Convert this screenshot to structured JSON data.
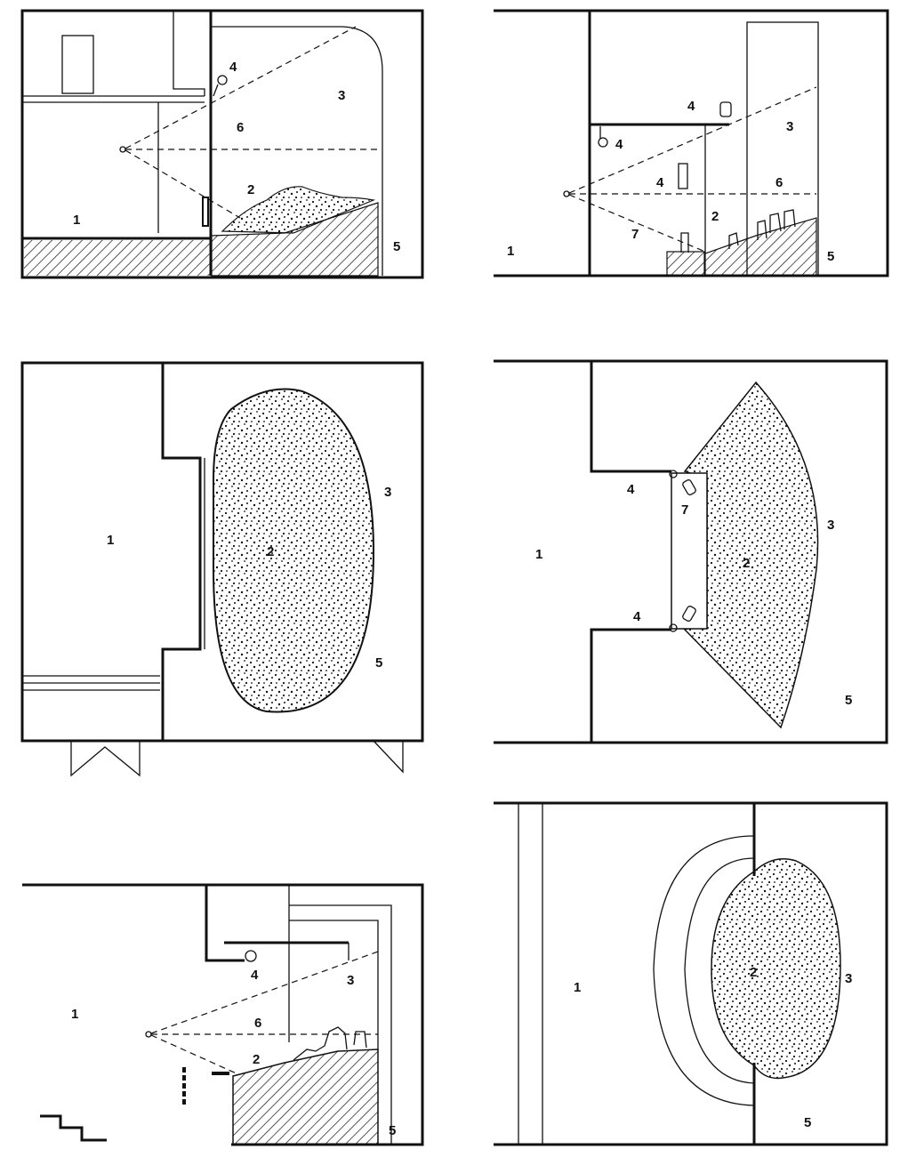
{
  "diagrams": {
    "d1": {
      "l1": "1",
      "l2": "2",
      "l3": "3",
      "l4": "4",
      "l5": "5",
      "l6": "6"
    },
    "d2": {
      "l1": "1",
      "l2": "2",
      "l3": "3",
      "l4a": "4",
      "l4b": "4",
      "l4c": "4",
      "l5": "5",
      "l6": "6",
      "l7": "7"
    },
    "d3": {
      "l1": "1",
      "l2": "2",
      "l3": "3",
      "l5": "5"
    },
    "d4": {
      "l1": "1",
      "l2": "2",
      "l3": "3",
      "l4a": "4",
      "l4b": "4",
      "l5": "5",
      "l7": "7"
    },
    "d5": {
      "l1": "1",
      "l2": "2",
      "l3": "3",
      "l4": "4",
      "l5": "5",
      "l6": "6"
    },
    "d6": {
      "l1": "1",
      "l2": "2",
      "l3": "3",
      "l5": "5"
    }
  }
}
